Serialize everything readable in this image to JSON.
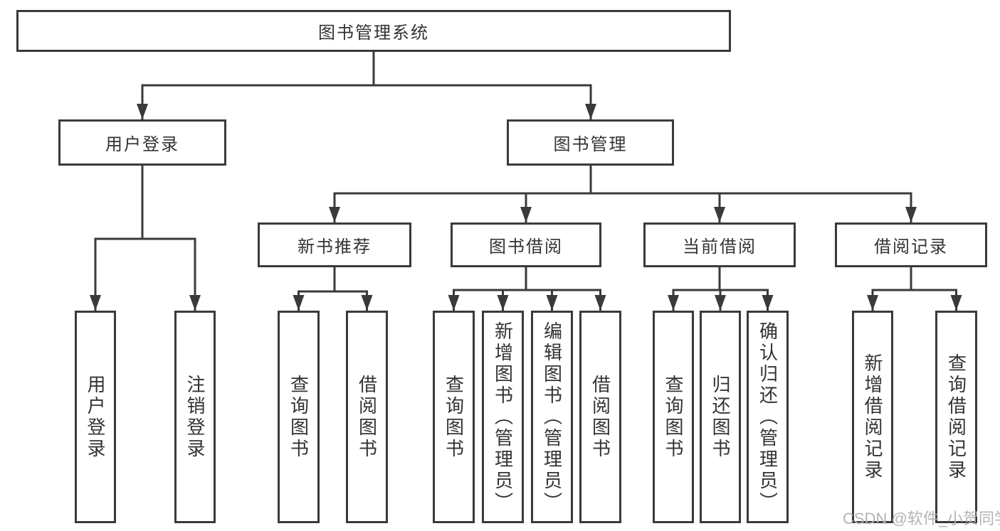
{
  "colors": {
    "line": "#3a3a3a",
    "text": "#333333",
    "watermark": "#b4b4b4",
    "background": "#ffffff"
  },
  "tree": {
    "root": "图书管理系统",
    "login": {
      "label": "用户登录",
      "children": [
        "用户登录",
        "注销登录"
      ]
    },
    "management": {
      "label": "图书管理",
      "groups": [
        {
          "label": "新书推荐",
          "children": [
            "查询图书",
            "借阅图书"
          ]
        },
        {
          "label": "图书借阅",
          "children": [
            "查询图书",
            "新增图书（管理员）",
            "编辑图书（管理员）",
            "借阅图书"
          ]
        },
        {
          "label": "当前借阅",
          "children": [
            "查询图书",
            "归还图书",
            "确认归还（管理员）"
          ]
        },
        {
          "label": "借阅记录",
          "children": [
            "新增借阅记录",
            "查询借阅记录"
          ]
        }
      ]
    }
  },
  "watermark": "CSDN @软件_小贺同学"
}
